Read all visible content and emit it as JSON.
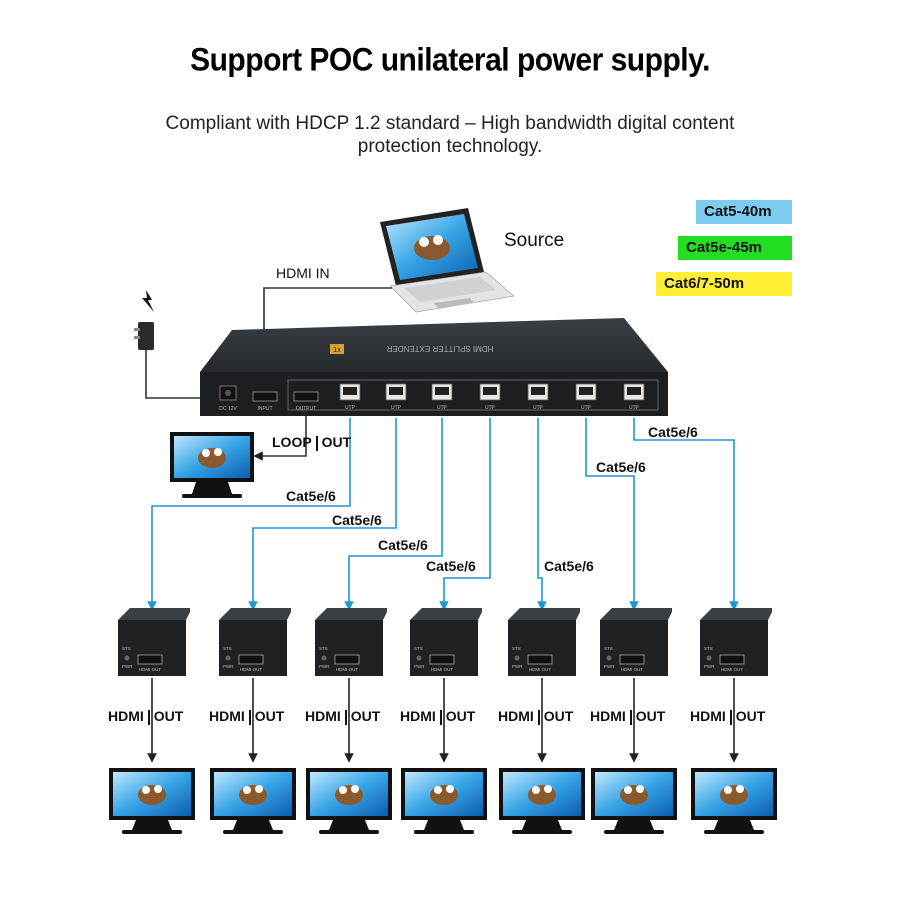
{
  "title": "Support POC unilateral power supply.",
  "subtitle_line1": "Compliant with HDCP 1.2 standard – High bandwidth digital content",
  "subtitle_line2": "protection technology.",
  "legend": [
    {
      "text": "Cat5-40m",
      "color": "#7ecbf0"
    },
    {
      "text": "Cat5e-45m",
      "color": "#22dd22"
    },
    {
      "text": "Cat6/7-50m",
      "color": "#ffee33"
    }
  ],
  "source_label": "Source",
  "hdmi_in_label": "HDMI IN",
  "loop_out": {
    "left": "LOOP",
    "right": "OUT"
  },
  "cable_label": "Cat5e/6",
  "device": {
    "brand_text": "HDMI SPLITTER EXTENDER",
    "badge": "1x",
    "port_power": "DC 12V",
    "port_input": "INPUT",
    "port_output": "OUTPUT",
    "port_utp": "UTP"
  },
  "receiver": {
    "port_sts": "STS",
    "port_pwr": "PWR",
    "port_hdmi": "HDMI OUT"
  },
  "hdmi_out": {
    "left": "HDMI",
    "right": "OUT"
  },
  "colors": {
    "cable": "#2196d3",
    "line": "#333333",
    "device": "#2b2f33"
  }
}
